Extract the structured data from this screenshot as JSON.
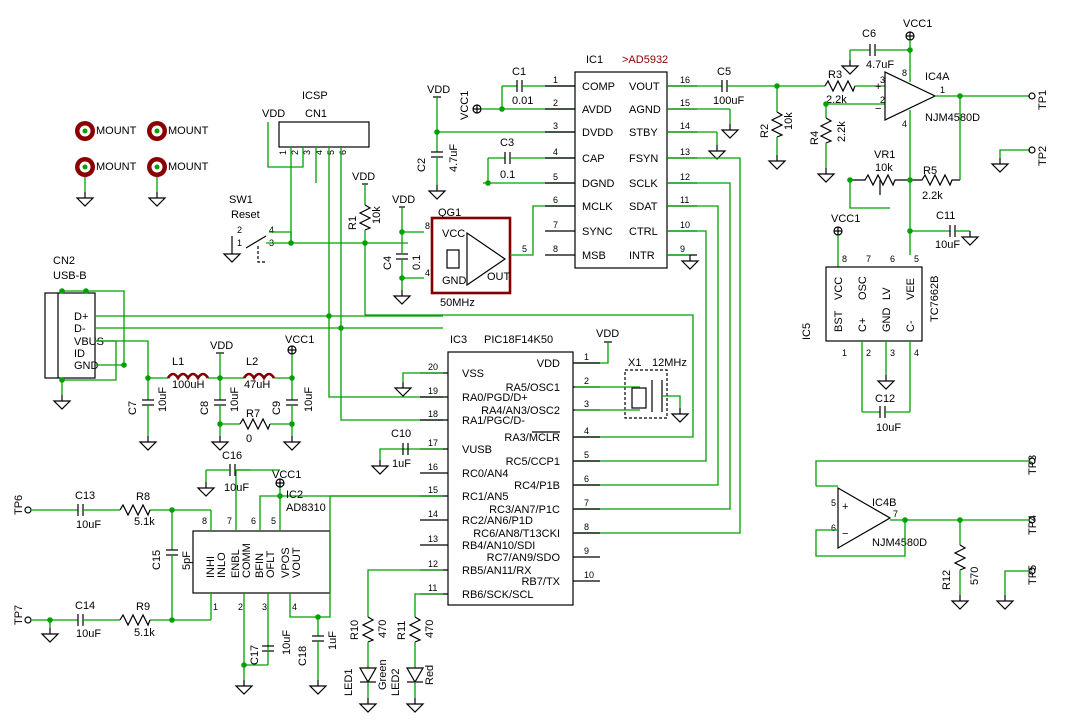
{
  "mount_label": "MOUNT",
  "cn1": {
    "title": "ICSP",
    "name": "CN1",
    "pins": [
      "1",
      "2",
      "3",
      "4",
      "5",
      "6"
    ],
    "vdd": "VDD"
  },
  "sw1": {
    "name": "SW1",
    "label": "Reset",
    "pin2": "2",
    "pin4": "4",
    "pin1": "1",
    "pin3": "3"
  },
  "r1": {
    "name": "R1",
    "value": "10k",
    "vdd": "VDD"
  },
  "qg1": {
    "name": "QG1",
    "vdd": "VDD",
    "vcc": "VCC",
    "gnd": "GND",
    "out": "OUT",
    "freq": "50MHz",
    "pin8": "8",
    "pin4": "4",
    "pin5": "5"
  },
  "c4": {
    "name": "C4",
    "value": "0.1"
  },
  "c2": {
    "name": "C2",
    "value": "4.7uF",
    "vdd": "VDD"
  },
  "c1": {
    "name": "C1",
    "value": "0.01"
  },
  "c3": {
    "name": "C3",
    "value": "0.1"
  },
  "vcc1": "VCC1",
  "ic1": {
    "name": "IC1",
    "part": ">AD5932",
    "left": [
      {
        "pin": "1",
        "label": "COMP"
      },
      {
        "pin": "2",
        "label": "AVDD"
      },
      {
        "pin": "3",
        "label": "DVDD"
      },
      {
        "pin": "4",
        "label": "CAP"
      },
      {
        "pin": "5",
        "label": "DGND"
      },
      {
        "pin": "6",
        "label": "MCLK"
      },
      {
        "pin": "7",
        "label": "SYNC"
      },
      {
        "pin": "8",
        "label": "MSB"
      }
    ],
    "right": [
      {
        "pin": "16",
        "label": "VOUT"
      },
      {
        "pin": "15",
        "label": "AGND"
      },
      {
        "pin": "14",
        "label": "STBY"
      },
      {
        "pin": "13",
        "label": "FSYN"
      },
      {
        "pin": "12",
        "label": "SCLK"
      },
      {
        "pin": "11",
        "label": "SDAT"
      },
      {
        "pin": "10",
        "label": "CTRL"
      },
      {
        "pin": "9",
        "label": "INTR"
      }
    ]
  },
  "c5": {
    "name": "C5",
    "value": "100uF"
  },
  "r2": {
    "name": "R2",
    "value": "10k"
  },
  "r3": {
    "name": "R3",
    "value": "2.2k"
  },
  "r4": {
    "name": "R4",
    "value": "2.2k"
  },
  "c6": {
    "name": "C6",
    "value": "4.7uF"
  },
  "ic4a": {
    "name": "IC4A",
    "part": "NJM4580D",
    "pin3": "3",
    "pin2": "2",
    "pin1": "1",
    "pin8": "8",
    "pin4": "4"
  },
  "vr1": {
    "name": "VR1",
    "value": "10k"
  },
  "r5": {
    "name": "R5",
    "value": "2.2k"
  },
  "c11": {
    "name": "C11",
    "value": "10uF"
  },
  "ic5": {
    "name": "IC5",
    "part": "TC7662B",
    "top": [
      "VCC",
      "OSC",
      "LV",
      "VEE"
    ],
    "bottom": [
      "BST",
      "C+",
      "GND",
      "C-"
    ],
    "top_pins": [
      "8",
      "7",
      "6",
      "5"
    ],
    "bottom_pins": [
      "1",
      "2",
      "3",
      "4"
    ]
  },
  "c12": {
    "name": "C12",
    "value": "10uF"
  },
  "tp": [
    "TP1",
    "TP2",
    "TP3",
    "TP4",
    "TP5",
    "TP6",
    "TP7"
  ],
  "cn2": {
    "name": "CN2",
    "part": "USB-B",
    "pins": [
      "D+",
      "D-",
      "VBUS",
      "ID",
      "GND"
    ]
  },
  "l1": {
    "name": "L1",
    "value": "100uH"
  },
  "l2": {
    "name": "L2",
    "value": "47uH",
    "vdd": "VDD"
  },
  "c7": {
    "name": "C7",
    "value": "10uF"
  },
  "c8": {
    "name": "C8",
    "value": "10uF"
  },
  "c9": {
    "name": "C9",
    "value": "10uF"
  },
  "r7": {
    "name": "R7",
    "value": "0"
  },
  "ic3": {
    "name": "IC3",
    "part": "PIC18F14K50",
    "vdd": "VDD",
    "left": [
      {
        "pin": "20",
        "label": "VSS"
      },
      {
        "pin": "19",
        "label": "RA0/PGD/D+"
      },
      {
        "pin": "18",
        "label": "RA1/PGC/D-"
      },
      {
        "pin": "17",
        "label": "VUSB"
      },
      {
        "pin": "16",
        "label": "RC0/AN4"
      },
      {
        "pin": "15",
        "label": "RC1/AN5"
      },
      {
        "pin": "14",
        "label": "RC2/AN6/P1D"
      },
      {
        "pin": "13",
        "label": "RB4/AN10/SDI"
      },
      {
        "pin": "12",
        "label": "RB5/AN11/RX"
      },
      {
        "pin": "11",
        "label": "RB6/SCK/SCL"
      }
    ],
    "right": [
      {
        "pin": "1",
        "label": "VDD"
      },
      {
        "pin": "2",
        "label": "RA5/OSC1"
      },
      {
        "pin": "3",
        "label": "RA4/AN3/OSC2"
      },
      {
        "pin": "4",
        "label": "RA3/MCLR"
      },
      {
        "pin": "5",
        "label": "RC5/CCP1"
      },
      {
        "pin": "6",
        "label": "RC4/P1B"
      },
      {
        "pin": "7",
        "label": "RC3/AN7/P1C"
      },
      {
        "pin": "8",
        "label": "RC6/AN8/T13CKI"
      },
      {
        "pin": "9",
        "label": "RC7/AN9/SDO"
      },
      {
        "pin": "10",
        "label": "RB7/TX"
      }
    ]
  },
  "x1": {
    "name": "X1",
    "value": "12MHz"
  },
  "c10": {
    "name": "C10",
    "value": "1uF"
  },
  "c16": {
    "name": "C16",
    "value": "10uF"
  },
  "ic2": {
    "name": "IC2",
    "part": "AD8310",
    "top": [
      "INHI",
      "INLO",
      "ENBL",
      "COMM",
      "BFIN",
      "OFLT",
      "VPOS",
      "VOUT"
    ],
    "pins_top": [
      "8",
      "7",
      "6",
      "5"
    ],
    "pins_bottom": [
      "1",
      "2",
      "3",
      "4"
    ]
  },
  "c13": {
    "name": "C13",
    "value": "10uF"
  },
  "c14": {
    "name": "C14",
    "value": "10uF"
  },
  "r8": {
    "name": "R8",
    "value": "5.1k"
  },
  "r9": {
    "name": "R9",
    "value": "5.1k"
  },
  "c15": {
    "name": "C15",
    "value": "5pF"
  },
  "c17": {
    "name": "C17",
    "value": "10uF"
  },
  "c18": {
    "name": "C18",
    "value": "1uF"
  },
  "r10": {
    "name": "R10",
    "value": "470"
  },
  "r11": {
    "name": "R11",
    "value": "470"
  },
  "led1": {
    "name": "LED1",
    "color": "Green"
  },
  "led2": {
    "name": "LED2",
    "color": "Red"
  },
  "ic4b": {
    "name": "IC4B",
    "part": "NJM4580D",
    "pin5": "5",
    "pin6": "6",
    "pin7": "7"
  },
  "r12": {
    "name": "R12",
    "value": "570"
  }
}
